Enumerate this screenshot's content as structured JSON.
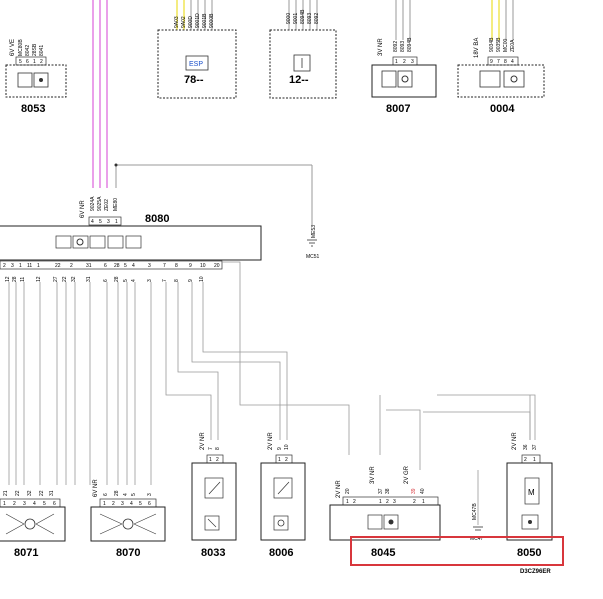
{
  "colors": {
    "pink": "#d640d6",
    "yellow": "#e8d800",
    "highlight": "#d8363c",
    "wire": "#999999",
    "box": "#222222"
  },
  "footer_code": "D3CZ96ER",
  "components": {
    "c8053": {
      "id": "8053",
      "conn": "6V VE",
      "wires": [
        "MC80B",
        "8042",
        "28SB",
        "8041"
      ],
      "pins": [
        "5",
        "6",
        "1",
        "2"
      ]
    },
    "c78": {
      "id": "78--",
      "esp": "ESP",
      "wires": [
        "9A03",
        "9A02",
        "900D",
        "9001D",
        "9001B",
        "9000B"
      ]
    },
    "c12": {
      "id": "12--",
      "wires": [
        "9000",
        "9001",
        "8094B",
        "8093",
        "8092"
      ]
    },
    "c8007": {
      "id": "8007",
      "conn": "3V NR",
      "wires": [
        "8092",
        "8093",
        "8094B"
      ],
      "pins": [
        "1",
        "2",
        "3"
      ]
    },
    "c0004": {
      "id": "0004",
      "conn": "18V BA",
      "wires": [
        "9034B",
        "9035B",
        "MC00",
        "ZE0A"
      ],
      "pins": [
        "9",
        "7",
        "8",
        "4"
      ]
    },
    "c8080": {
      "id": "8080",
      "conn": "6V NR",
      "wires": [
        "9024A",
        "9025A",
        "ZE02",
        "ME80"
      ],
      "pins": [
        "4",
        "5",
        "3",
        "1"
      ],
      "bottom_pins": [
        "2",
        "3",
        "1",
        "11",
        "1",
        "22",
        "2",
        "31",
        "6",
        "28",
        "5",
        "4",
        "3",
        "7",
        "8",
        "9",
        "10",
        "20"
      ],
      "bottom_wires": [
        "12",
        "28",
        "11",
        "12",
        "27",
        "22",
        "32",
        "31",
        "6",
        "28",
        "5",
        "4",
        "3",
        "7",
        "8",
        "9",
        "10"
      ]
    },
    "me53": {
      "wire": "ME53",
      "ground": "MC51"
    },
    "c8071": {
      "id": "8071",
      "wires": [
        "21",
        "22",
        "32",
        "22",
        "31"
      ],
      "pins": [
        "1",
        "2",
        "3",
        "4",
        "5",
        "6"
      ]
    },
    "c8070": {
      "id": "8070",
      "conn": "6V NR",
      "wires": [
        "6",
        "28",
        "4",
        "5",
        "3"
      ],
      "pins": [
        "1",
        "2",
        "3",
        "4",
        "5",
        "6"
      ]
    },
    "c8033": {
      "id": "8033",
      "conn": "2V NR",
      "wires": [
        "7",
        "8"
      ],
      "pins": [
        "1",
        "2"
      ]
    },
    "c8006": {
      "id": "8006",
      "conn": "2V NR",
      "wires": [
        "9",
        "10"
      ],
      "pins": [
        "1",
        "2"
      ]
    },
    "c8045": {
      "id": "8045",
      "conn_a": "2V NR",
      "conn_b": "3V NR",
      "conn_c": "2V GR",
      "wires": [
        "20",
        "37",
        "38",
        "39",
        "40"
      ],
      "pins": [
        "1",
        "2",
        "1",
        "2",
        "3",
        "2",
        "1"
      ]
    },
    "c8050": {
      "id": "8050",
      "conn": "2V NR",
      "wires": [
        "36",
        "37"
      ],
      "pins": [
        "2",
        "1"
      ],
      "motor": "M"
    },
    "mc47b": {
      "wire": "MC47B",
      "ground": "MC47"
    }
  }
}
